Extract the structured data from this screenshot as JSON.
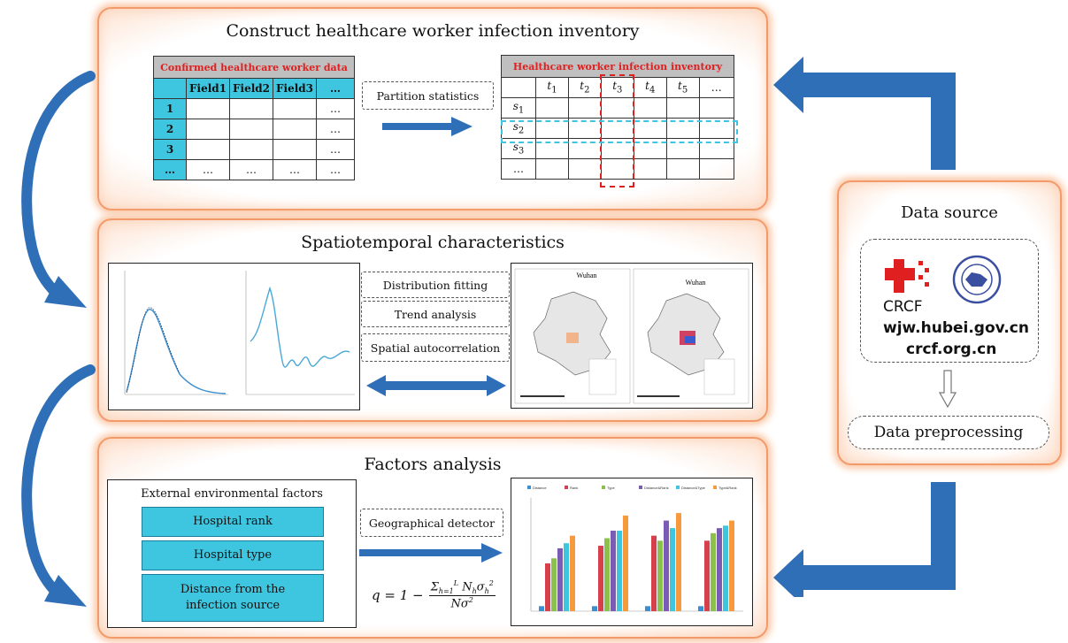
{
  "panels": {
    "inventory": {
      "title": "Construct healthcare worker infection inventory"
    },
    "spatiotemporal": {
      "title": "Spatiotemporal characteristics"
    },
    "factors": {
      "title": "Factors analysis"
    },
    "source": {
      "title": "Data source"
    }
  },
  "confirmed_table": {
    "title": "Confirmed healthcare worker data",
    "headers": [
      "",
      "Field1",
      "Field2",
      "Field3",
      "…"
    ],
    "row_labels": [
      "1",
      "2",
      "3",
      "…"
    ],
    "ellipsis": "…"
  },
  "partition_label": "Partition statistics",
  "inventory_table": {
    "title": "Healthcare worker infection inventory",
    "time_headers": [
      "t",
      "t",
      "t",
      "t",
      "t",
      "…"
    ],
    "time_subs": [
      "1",
      "2",
      "3",
      "4",
      "5",
      ""
    ],
    "space_rows": [
      "s",
      "s",
      "s",
      "…"
    ],
    "space_subs": [
      "1",
      "2",
      "3",
      ""
    ]
  },
  "methods": [
    "Distribution fitting",
    "Trend analysis",
    "Spatial autocorrelation"
  ],
  "map_titles": [
    "Wuhan",
    "Wuhan"
  ],
  "factors": {
    "heading": "External environmental factors",
    "items": [
      "Hospital rank",
      "Hospital type",
      "Distance from the infection source"
    ],
    "detector": "Geographical detector",
    "formula_lhs": "q = 1 −"
  },
  "bar_chart": {
    "legend": [
      "Distance",
      "Rank",
      "Type",
      "Distance&Rank",
      "Distance&Type",
      "Type&Rank"
    ],
    "colors": [
      "#3b8fd0",
      "#d6404a",
      "#8cc04a",
      "#7a5bb5",
      "#3ec6e0",
      "#f79a3e"
    ],
    "groups": [
      {
        "values": [
          0.02,
          0.19,
          0.21,
          0.25,
          0.27,
          0.3
        ]
      },
      {
        "values": [
          0.02,
          0.26,
          0.29,
          0.32,
          0.32,
          0.38
        ]
      },
      {
        "values": [
          0.02,
          0.3,
          0.28,
          0.36,
          0.33,
          0.39
        ]
      },
      {
        "values": [
          0.02,
          0.28,
          0.31,
          0.33,
          0.34,
          0.36
        ]
      }
    ]
  },
  "source": {
    "org": "CRCF",
    "site1": "wjw.hubei.gov.cn",
    "site2": "crcf.org.cn",
    "preprocess": "Data preprocessing"
  }
}
